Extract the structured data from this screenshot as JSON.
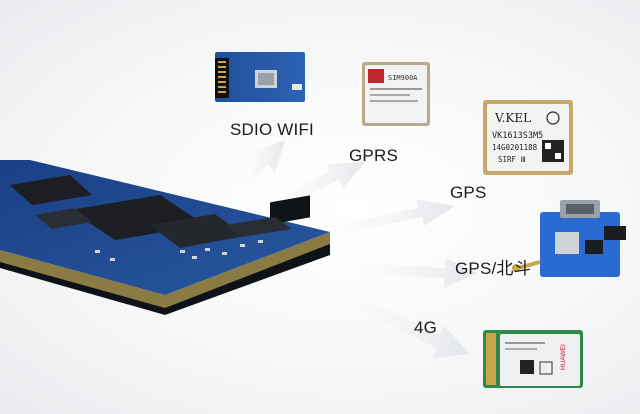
{
  "labels": {
    "sdio_wifi": "SDIO WIFI",
    "gprs": "GPRS",
    "gps": "GPS",
    "gps_beidou": "GPS/北斗",
    "lte_4g": "4G"
  },
  "chips": {
    "gprs_model": "SIM900A",
    "gps_brand": "V.KEL",
    "gps_model": "VK1613S3M5",
    "gps_serial": "14G0201188",
    "gps_variant": "SIRF Ⅲ",
    "lte_brand": "HUAWEI"
  },
  "colors": {
    "pcb_blue": "#1f4e9a",
    "arrow_fill": "#eceef1",
    "text": "#1b1b1b"
  }
}
